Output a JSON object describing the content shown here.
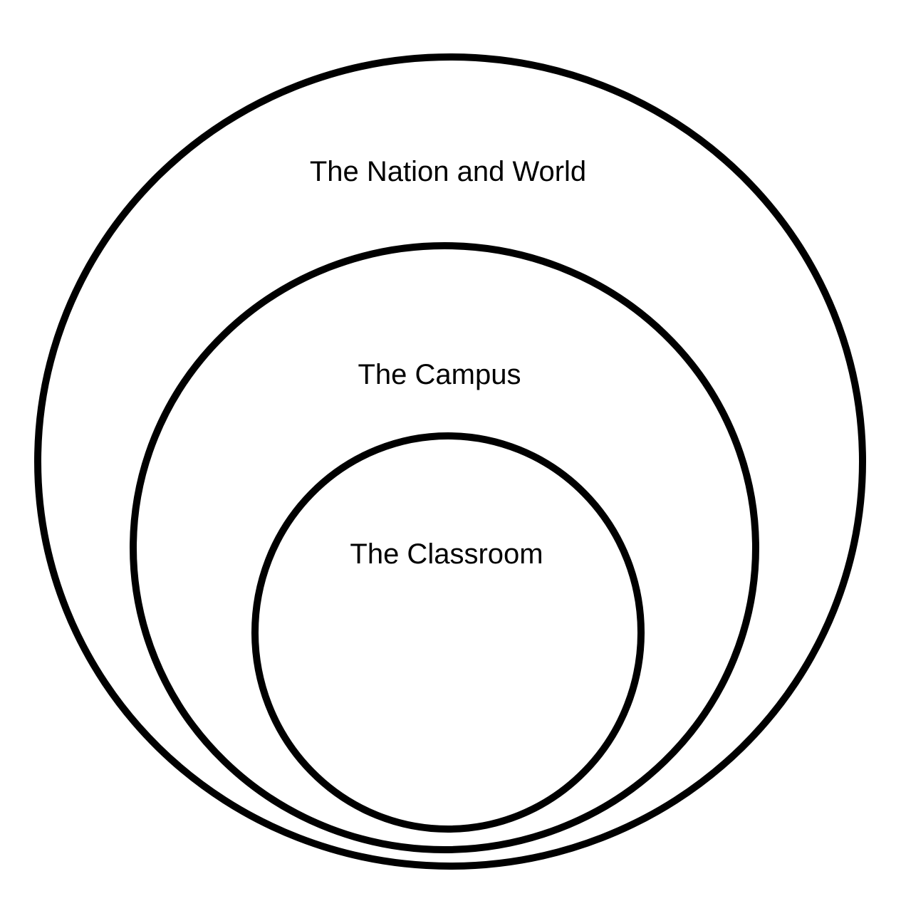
{
  "diagram": {
    "type": "nested-circles",
    "levels": [
      {
        "label": "The Nation and World"
      },
      {
        "label": "The Campus"
      },
      {
        "label": "The Classroom"
      }
    ],
    "colors": {
      "stroke": "#000000",
      "background": "#ffffff",
      "text": "#000000"
    }
  }
}
